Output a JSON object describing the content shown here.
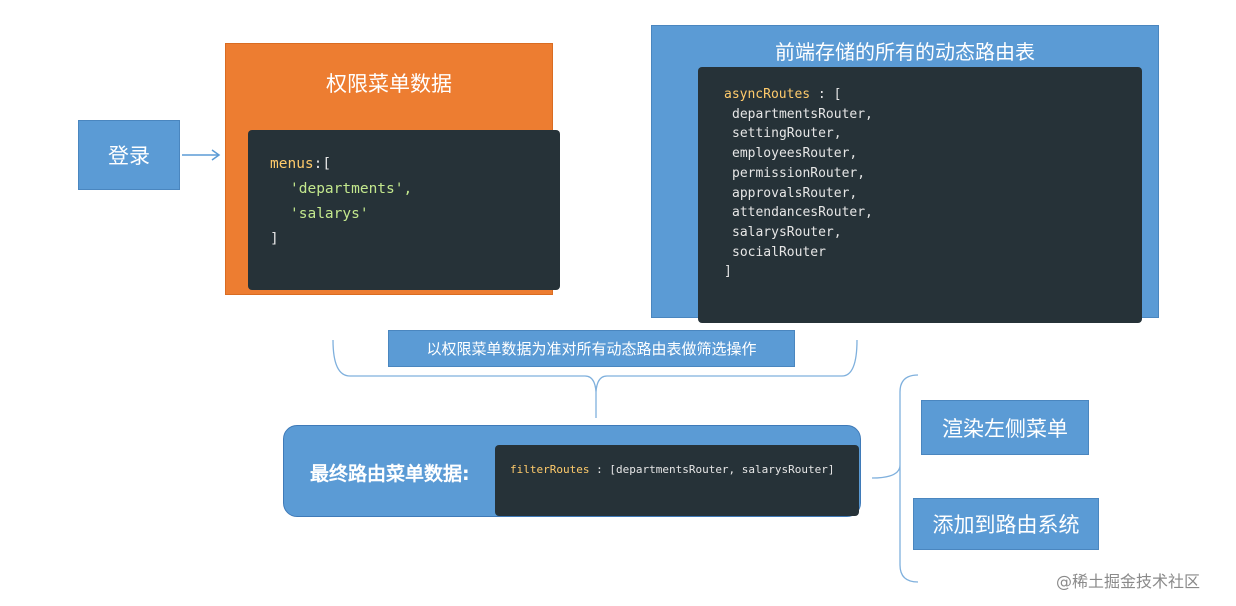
{
  "login": {
    "label": "登录"
  },
  "permission_menu": {
    "title": "权限菜单数据",
    "code": {
      "key": "menus",
      "open": ":[",
      "items": [
        "'departments',",
        "'salarys'"
      ],
      "close": "]"
    }
  },
  "async_routes": {
    "title": "前端存储的所有的动态路由表",
    "code": {
      "key": "asyncRoutes",
      "open": " : [",
      "items": [
        "departmentsRouter,",
        "settingRouter,",
        "employeesRouter,",
        "permissionRouter,",
        "approvalsRouter,",
        "attendancesRouter,",
        "salarysRouter,",
        "socialRouter"
      ],
      "close": "]"
    }
  },
  "filter_banner": {
    "label": "以权限菜单数据为准对所有动态路由表做筛选操作"
  },
  "final_data": {
    "label": "最终路由菜单数据:",
    "code": {
      "key": "filterRoutes",
      "value": " : [departmentsRouter, salarysRouter]"
    }
  },
  "actions": {
    "render_menu": "渲染左侧菜单",
    "add_route": "添加到路由系统"
  },
  "watermark": "@稀土掘金技术社区",
  "colors": {
    "blue": "#5b9bd5",
    "orange": "#ed7d31",
    "code_bg": "#263238",
    "code_key": "#ffcb6b",
    "code_string": "#c3e88d"
  }
}
